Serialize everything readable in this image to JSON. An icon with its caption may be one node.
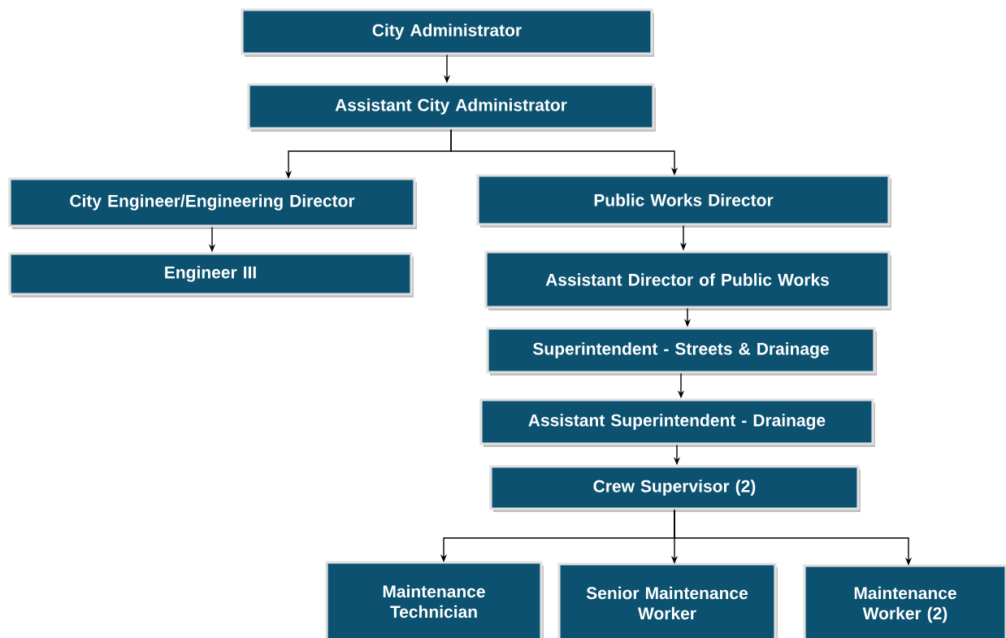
{
  "diagram": {
    "nodes": [
      {
        "text": [
          "City Administrator"
        ]
      },
      {
        "text": [
          "Assistant City Administrator"
        ]
      },
      {
        "text": [
          "City Engineer/Engineering Director"
        ]
      },
      {
        "text": [
          "Public Works Director"
        ]
      },
      {
        "text": [
          "Engineer III"
        ]
      },
      {
        "text": [
          "Assistant Director of Public Works"
        ]
      },
      {
        "text": [
          "Superintendent - Streets & Drainage"
        ]
      },
      {
        "text": [
          "Assistant Superintendent - Drainage"
        ]
      },
      {
        "text": [
          "Crew Supervisor (2)"
        ]
      },
      {
        "text": [
          "Maintenance Technician"
        ]
      },
      {
        "text": [
          "Senior Maintenance Worker"
        ]
      },
      {
        "text": [
          "Maintenance Worker (2)"
        ]
      }
    ],
    "edges": [
      {
        "from": 0,
        "to": 1,
        "arrow": "to"
      },
      {
        "from": 1,
        "to": 2,
        "arrow": "to"
      },
      {
        "from": 1,
        "to": 3,
        "arrow": "to"
      },
      {
        "from": 2,
        "to": 4,
        "arrow": "to"
      },
      {
        "from": 3,
        "to": 5,
        "arrow": "to"
      },
      {
        "from": 5,
        "to": 6,
        "arrow": "to"
      },
      {
        "from": 6,
        "to": 7,
        "arrow": "to"
      },
      {
        "from": 7,
        "to": 8,
        "arrow": "to"
      },
      {
        "from": 8,
        "to": 9,
        "arrow": "to"
      },
      {
        "from": 8,
        "to": 10,
        "arrow": "to"
      },
      {
        "from": 8,
        "to": 11,
        "arrow": "to"
      }
    ]
  }
}
